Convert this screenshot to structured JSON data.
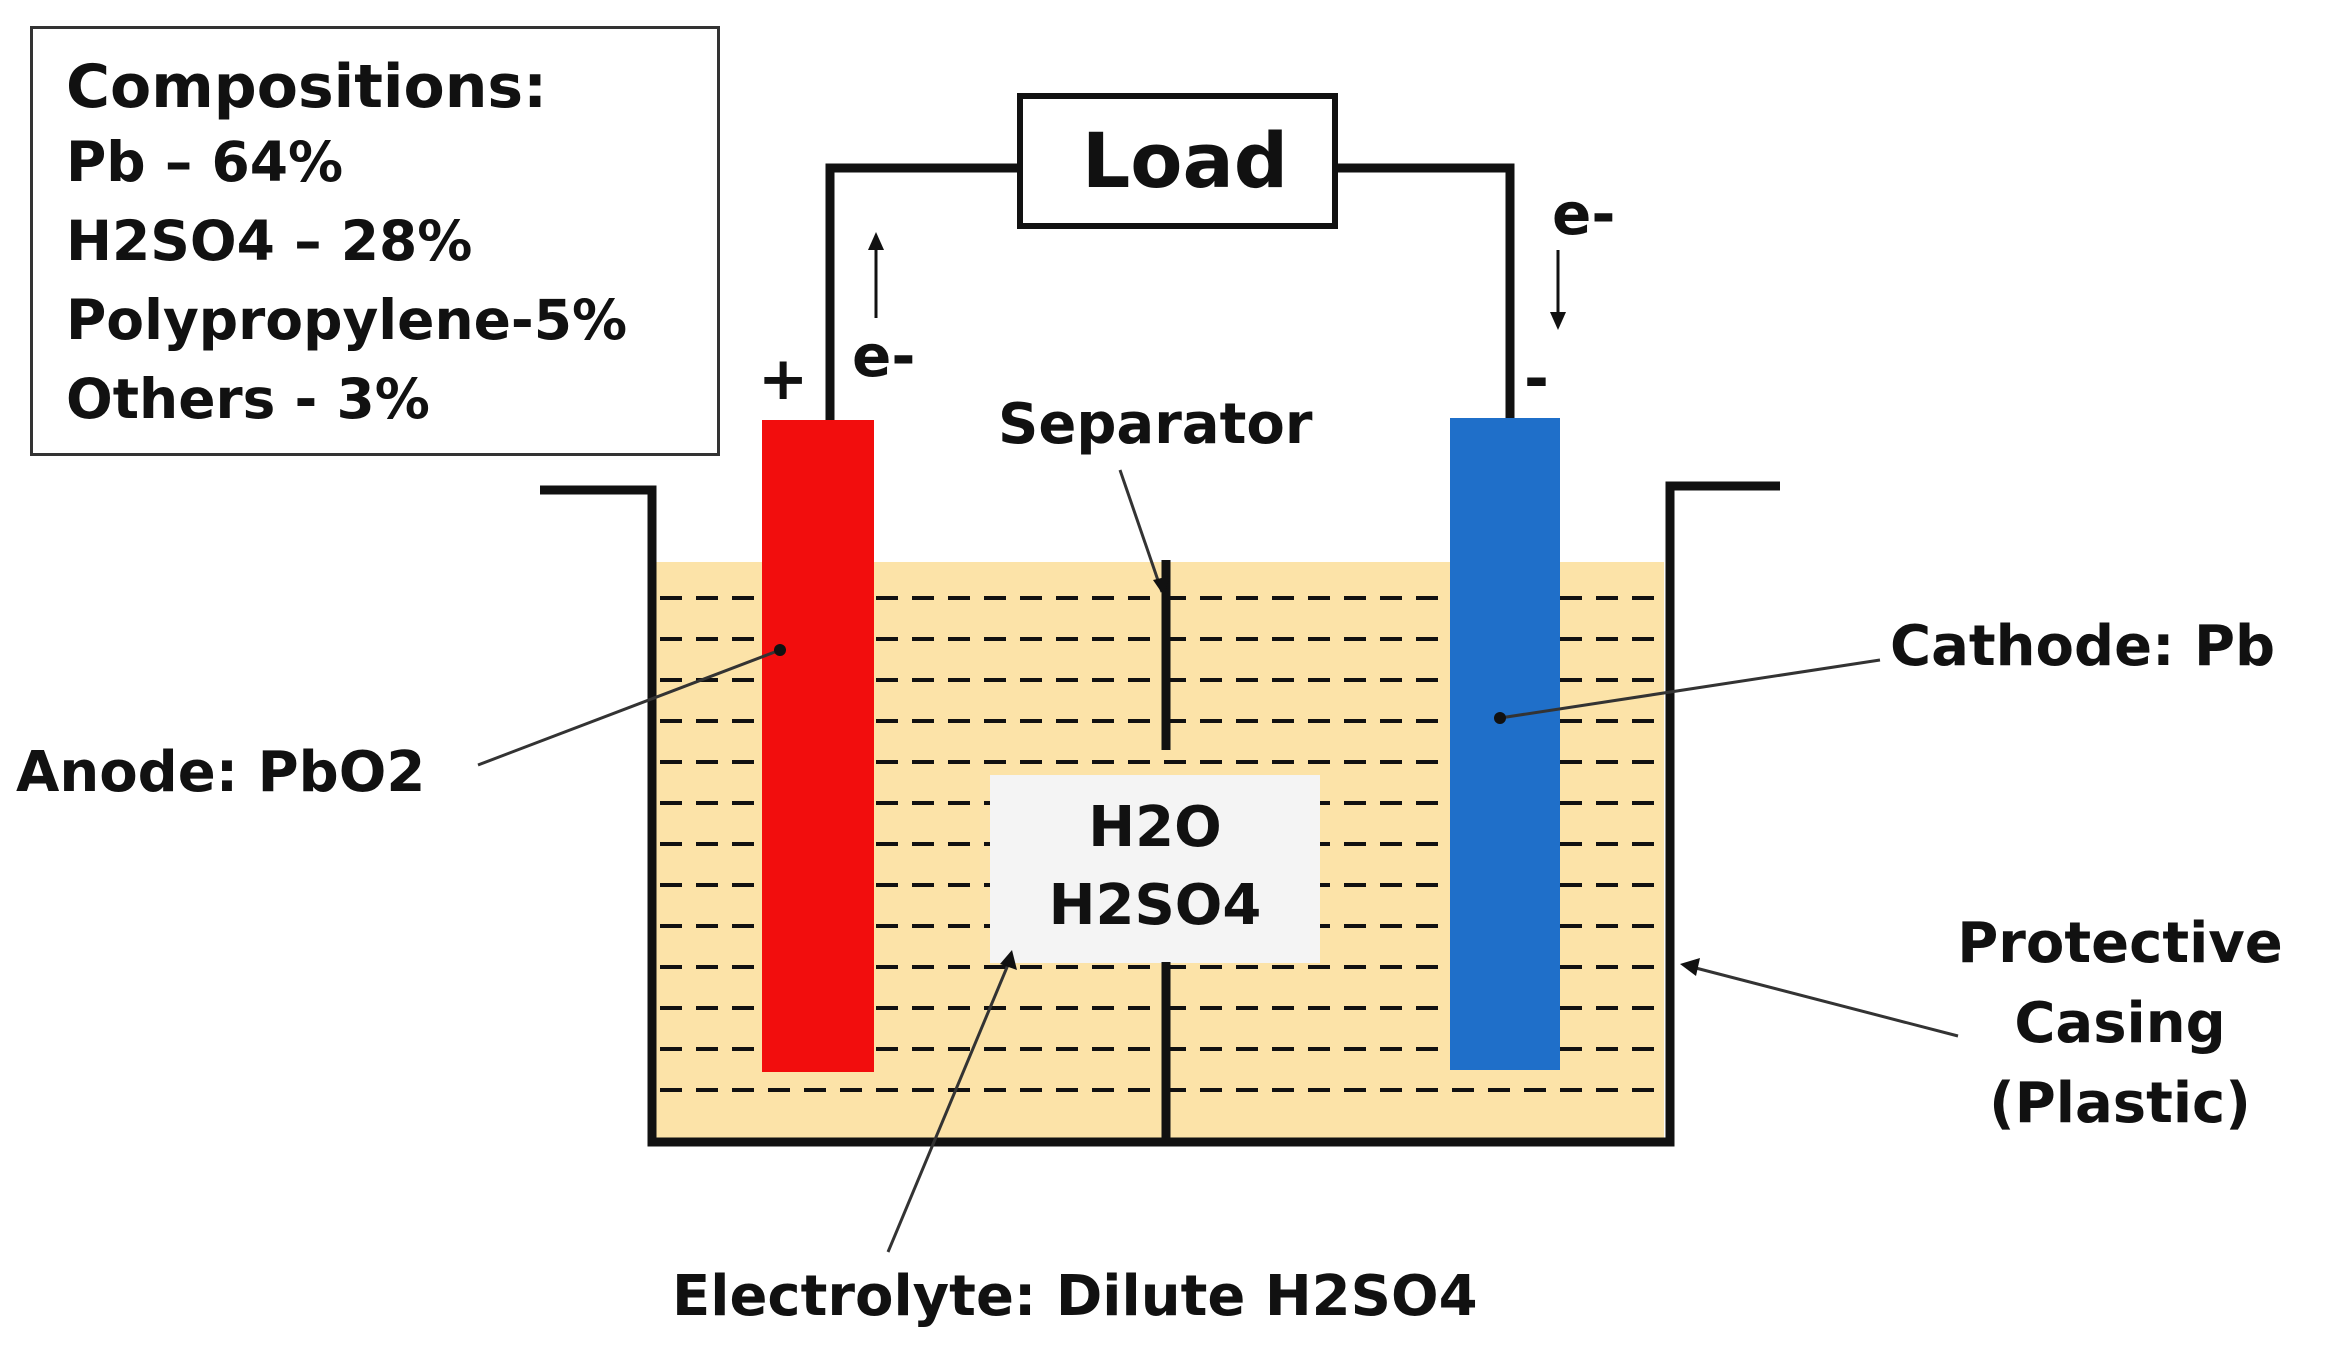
{
  "compositions": {
    "title": "Compositions:",
    "items": [
      "Pb – 64%",
      "H2SO4 – 28%",
      "Polypropylene-5%",
      "Others - 3%"
    ]
  },
  "circuit": {
    "load_label": "Load",
    "electron_left": "e-",
    "electron_right": "e-",
    "positive_sign": "+",
    "negative_sign": "-"
  },
  "labels": {
    "separator": "Separator",
    "anode": "Anode: PbO2",
    "cathode": "Cathode: Pb",
    "casing_lines": [
      "Protective",
      "Casing",
      "(Plastic)"
    ],
    "electrolyte": "Electrolyte: Dilute H2SO4"
  },
  "center_box": {
    "line1": "H2O",
    "line2": "H2SO4"
  },
  "colors": {
    "anode": "#f20d0d",
    "cathode": "#1f6fc9",
    "electrolyte": "#fce3a8",
    "stroke": "#111111"
  }
}
